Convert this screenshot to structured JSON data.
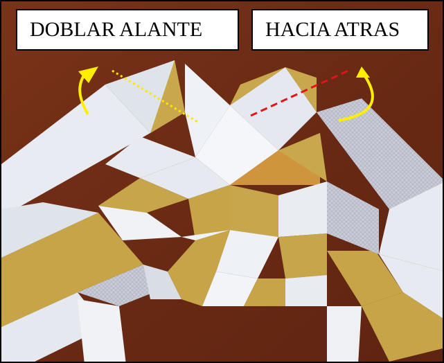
{
  "labels": {
    "fold_forward": "DOBLAR ALANTE",
    "fold_backward": "HACIA ATRAS"
  },
  "colors": {
    "background_wood": "#6e2d17",
    "paper_white": "#e9edf3",
    "paper_gold": "#c8a64b",
    "arrow_yellow": "#ffee00",
    "dash_yellow": "#ffe600",
    "dash_red": "#e0141b"
  },
  "annotations": {
    "left_arrow_icon": "curved-arrow-up-left",
    "right_arrow_icon": "curved-arrow-up-right",
    "left_fold_line": "dotted-yellow",
    "right_fold_line": "dashed-red"
  }
}
